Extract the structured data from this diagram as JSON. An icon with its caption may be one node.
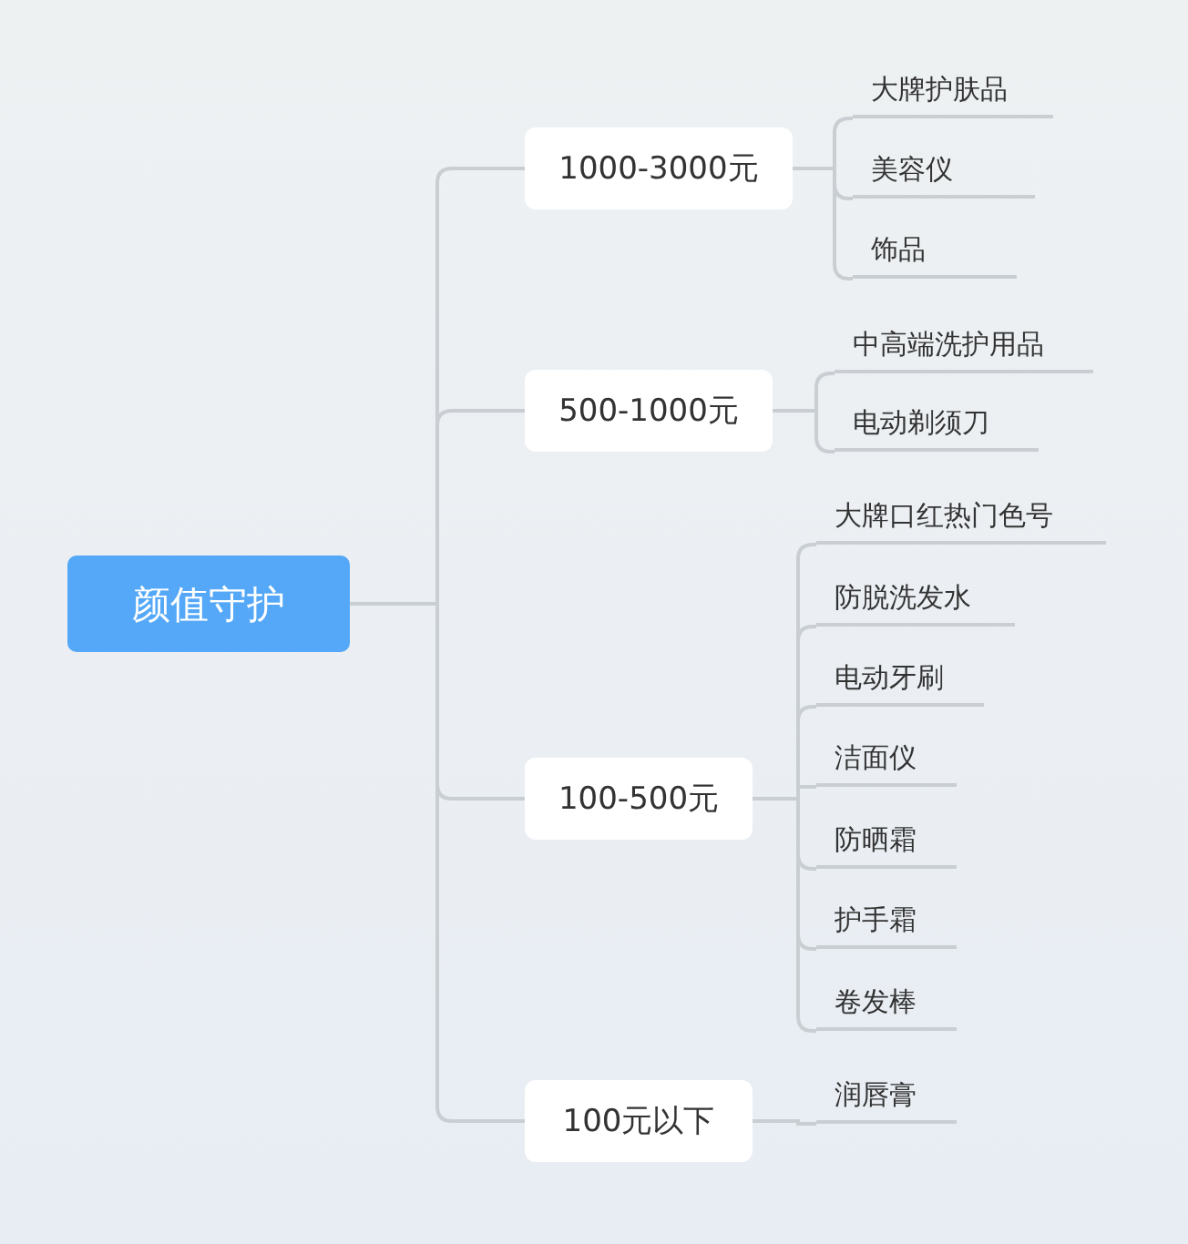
{
  "diagram": {
    "nodes": [
      {
        "text": [
          "颜值守护"
        ]
      },
      {
        "text": [
          "1000-3000元"
        ]
      },
      {
        "text": [
          "大牌护肤品"
        ]
      },
      {
        "text": [
          "美容仪"
        ]
      },
      {
        "text": [
          "饰品"
        ]
      },
      {
        "text": [
          "500-1000元"
        ]
      },
      {
        "text": [
          "中高端洗护用品"
        ]
      },
      {
        "text": [
          "电动剃须刀"
        ]
      },
      {
        "text": [
          "100-500元"
        ]
      },
      {
        "text": [
          "大牌口红热门色号"
        ]
      },
      {
        "text": [
          "防脱洗发水"
        ]
      },
      {
        "text": [
          "电动牙刷"
        ]
      },
      {
        "text": [
          "洁面仪"
        ]
      },
      {
        "text": [
          "防晒霜"
        ]
      },
      {
        "text": [
          "护手霜"
        ]
      },
      {
        "text": [
          "卷发棒"
        ]
      },
      {
        "text": [
          "100元以下"
        ]
      },
      {
        "text": [
          "润唇膏"
        ]
      }
    ],
    "edges": [
      {
        "from": 0,
        "to": 1,
        "arrow": "none"
      },
      {
        "from": 1,
        "to": 2,
        "arrow": "none"
      },
      {
        "from": 1,
        "to": 3,
        "arrow": "none"
      },
      {
        "from": 1,
        "to": 4,
        "arrow": "none"
      },
      {
        "from": 0,
        "to": 5,
        "arrow": "none"
      },
      {
        "from": 5,
        "to": 6,
        "arrow": "none"
      },
      {
        "from": 5,
        "to": 7,
        "arrow": "none"
      },
      {
        "from": 0,
        "to": 8,
        "arrow": "none"
      },
      {
        "from": 8,
        "to": 9,
        "arrow": "none"
      },
      {
        "from": 8,
        "to": 10,
        "arrow": "none"
      },
      {
        "from": 8,
        "to": 11,
        "arrow": "none"
      },
      {
        "from": 8,
        "to": 12,
        "arrow": "none"
      },
      {
        "from": 8,
        "to": 13,
        "arrow": "none"
      },
      {
        "from": 8,
        "to": 14,
        "arrow": "none"
      },
      {
        "from": 8,
        "to": 15,
        "arrow": "none"
      },
      {
        "from": 0,
        "to": 16,
        "arrow": "none"
      },
      {
        "from": 16,
        "to": 17,
        "arrow": "none"
      }
    ]
  }
}
